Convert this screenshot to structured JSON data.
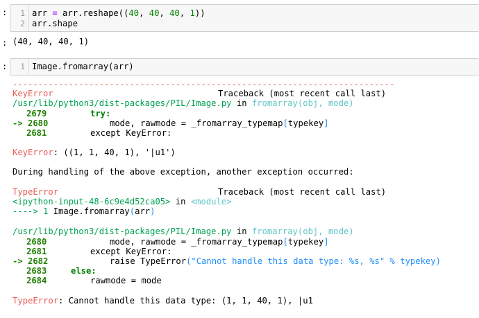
{
  "cell1": {
    "prompt": ":",
    "gutter": [
      "1",
      "2"
    ],
    "line1": {
      "a": "arr",
      "eq": " = ",
      "b": "arr.reshape((",
      "n1": "40",
      "c1": ", ",
      "n2": "40",
      "c2": ", ",
      "n3": "40",
      "c3": ", ",
      "n4": "1",
      "d": "))"
    },
    "line2": "arr.shape",
    "output_prompt": ":",
    "output": "(40, 40, 40, 1)"
  },
  "cell2": {
    "prompt": ":",
    "gutter": [
      "1"
    ],
    "line1": "Image.fromarray(arr)"
  },
  "traceback": {
    "dashes": "---------------------------------------------------------------------------",
    "err1_name": "KeyError",
    "err1_tb": "Traceback (most recent call last)",
    "file1": "/usr/lib/python3/dist-packages/PIL/Image.py",
    "in1": " in ",
    "func1": "fromarray",
    "args1": "(obj, mode)",
    "l2679_num": "2679",
    "l2679_code": "try:",
    "l2680_arrow": "-> 2680",
    "l2680_code_a": "mode, rawmode = _fromarray_typemap",
    "l2680_code_b": "[",
    "l2680_code_c": "typekey",
    "l2680_code_d": "]",
    "l2681_num": "2681",
    "l2681_code": "except KeyError:",
    "keyerr_name": "KeyError",
    "keyerr_msg": ": ((1, 1, 40, 1), '|u1')",
    "during": "During handling of the above exception, another exception occurred:",
    "err2_name": "TypeError",
    "err2_tb": "Traceback (most recent call last)",
    "ipy": "<ipython-input-48-6c9e4d52ca05>",
    "in2": " in ",
    "module": "<module>",
    "arrow1": "----> 1",
    "arrow1_code_a": " Image.fromarray",
    "arrow1_code_b": "(",
    "arrow1_code_c": "arr",
    "arrow1_code_d": ")",
    "file2": "/usr/lib/python3/dist-packages/PIL/Image.py",
    "in3": " in ",
    "func2": "fromarray",
    "args2": "(obj, mode)",
    "b2680_num": "2680",
    "b2680_code_a": "mode, rawmode = _fromarray_typemap",
    "b2680_code_b": "[",
    "b2680_code_c": "typekey",
    "b2680_code_d": "]",
    "b2681_num": "2681",
    "b2681_code": "except KeyError:",
    "b2682_arrow": "-> 2682",
    "b2682_code_a": "raise TypeError",
    "b2682_code_b": "(\"Cannot handle this data type: %s, %s\" % typekey)",
    "b2683_num": "2683",
    "b2683_code": "else:",
    "b2684_num": "2684",
    "b2684_code": "rawmode = mode",
    "final_name": "TypeError",
    "final_msg": ": Cannot handle this data type: (1, 1, 40, 1), |u1"
  }
}
